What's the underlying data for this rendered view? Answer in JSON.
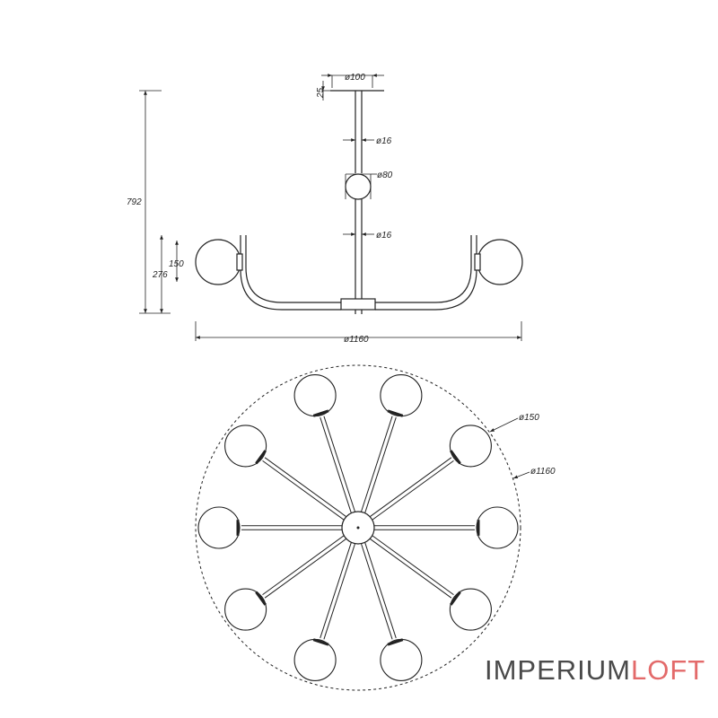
{
  "dimensions": {
    "canopy_diameter": "ø100",
    "canopy_height": "25",
    "rod_diameter_upper": "ø16",
    "sphere_diameter": "ø80",
    "rod_diameter_lower": "ø16",
    "total_height": "792",
    "arm_height": "276",
    "shade_height": "150",
    "total_width": "ø1160",
    "top_shade_diameter": "ø150",
    "top_total_diameter": "ø1160"
  },
  "brand": {
    "part1": "IMPERIUM",
    "part2": "LOFT",
    "color1": "#4a4a4a",
    "color2": "#e36a6a"
  },
  "arm_count": 10
}
